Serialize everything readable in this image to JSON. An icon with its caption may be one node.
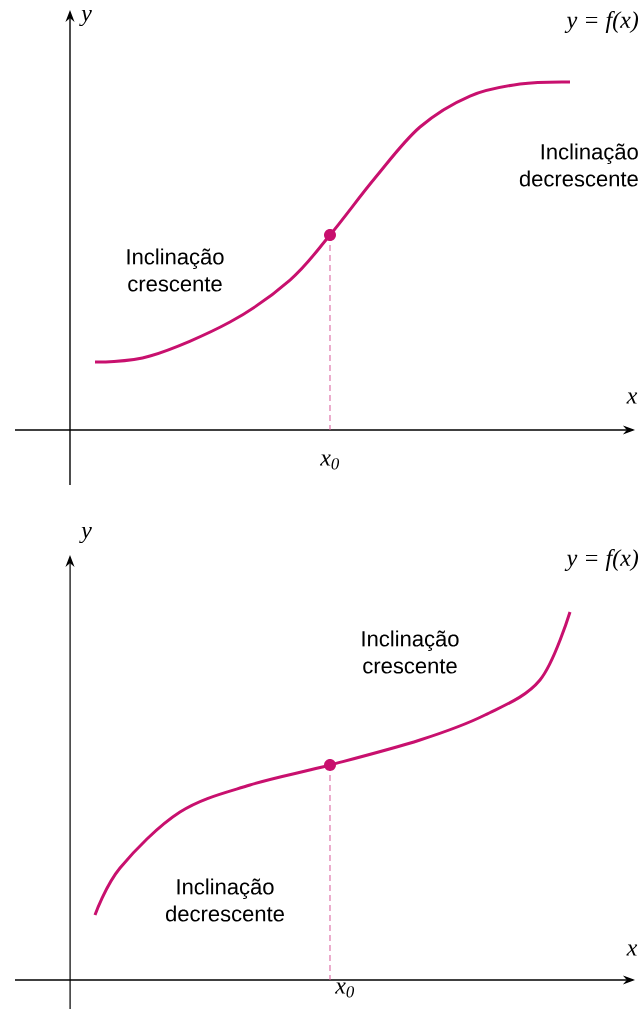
{
  "diagram": {
    "labels": [
      "y",
      "y = f(x)",
      "Inclinação decrescente",
      "Inclinação crescente",
      "x",
      "x$_{0}$",
      "y",
      "y = f(x)",
      "Inclinação crescente",
      "Inclinação decrescente",
      "x",
      "x$_{0}$"
    ]
  }
}
